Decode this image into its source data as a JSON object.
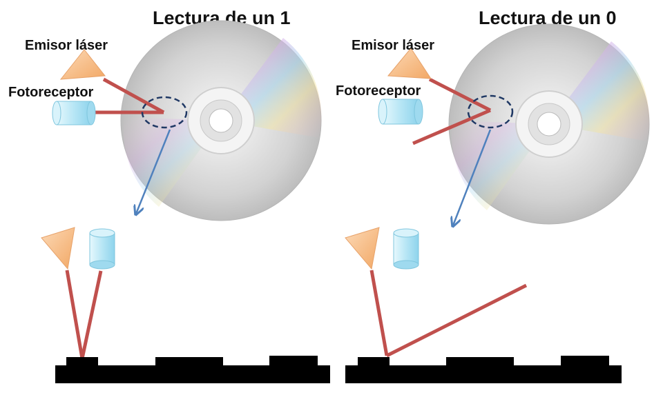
{
  "panels": [
    {
      "title": "Lectura de un 1",
      "emitter_label": "Emisor láser",
      "receptor_label": "Fotoreceptor"
    },
    {
      "title": "Lectura de un 0",
      "emitter_label": "Emisor láser",
      "receptor_label": "Fotoreceptor"
    }
  ],
  "colors": {
    "laser_beam": "#C0504D",
    "zoom_arrow": "#4F81BD",
    "focus_circle": "#1F3864",
    "emitter": "#FAC090",
    "receptor": "#B7E6F5",
    "track": "#000000"
  },
  "icons": {
    "disc": "cd-disc-icon",
    "emitter": "laser-emitter-icon",
    "receptor": "photoreceptor-icon"
  }
}
